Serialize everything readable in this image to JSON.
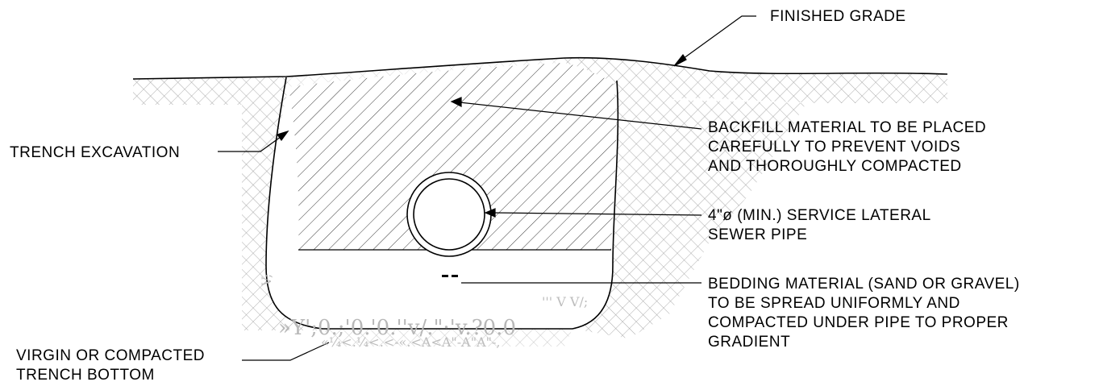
{
  "labels": {
    "finished_grade": "FINISHED GRADE",
    "trench_excavation": "TRENCH EXCAVATION",
    "backfill": [
      "BACKFILL MATERIAL TO BE PLACED",
      "CAREFULLY TO PREVENT VOIDS",
      "AND THOROUGHLY COMPACTED"
    ],
    "service_lateral": [
      "4\"ø (MIN.) SERVICE LATERAL",
      "SEWER PIPE"
    ],
    "bedding": [
      "BEDDING MATERIAL (SAND OR GRAVEL)",
      "TO BE SPREAD UNIFORMLY AND",
      "COMPACTED UNDER PIPE TO PROPER",
      "GRADIENT"
    ],
    "trench_bottom": [
      "VIRGIN OR COMPACTED",
      "TRENCH BOTTOM"
    ]
  },
  "bedding_artifacts": {
    "line1": "»Y';0.;'0.'0.''v/.\"·'v.?0.0",
    "line2": "«¼<.¼<.<-«.<A<A\"-A\"A\"-,",
    "line3": "V;",
    "line4": "'''  V  V/;"
  },
  "colors": {
    "ink": "#000000",
    "hatch": "#333333",
    "bedding_artifact": "#b8b8b8"
  }
}
